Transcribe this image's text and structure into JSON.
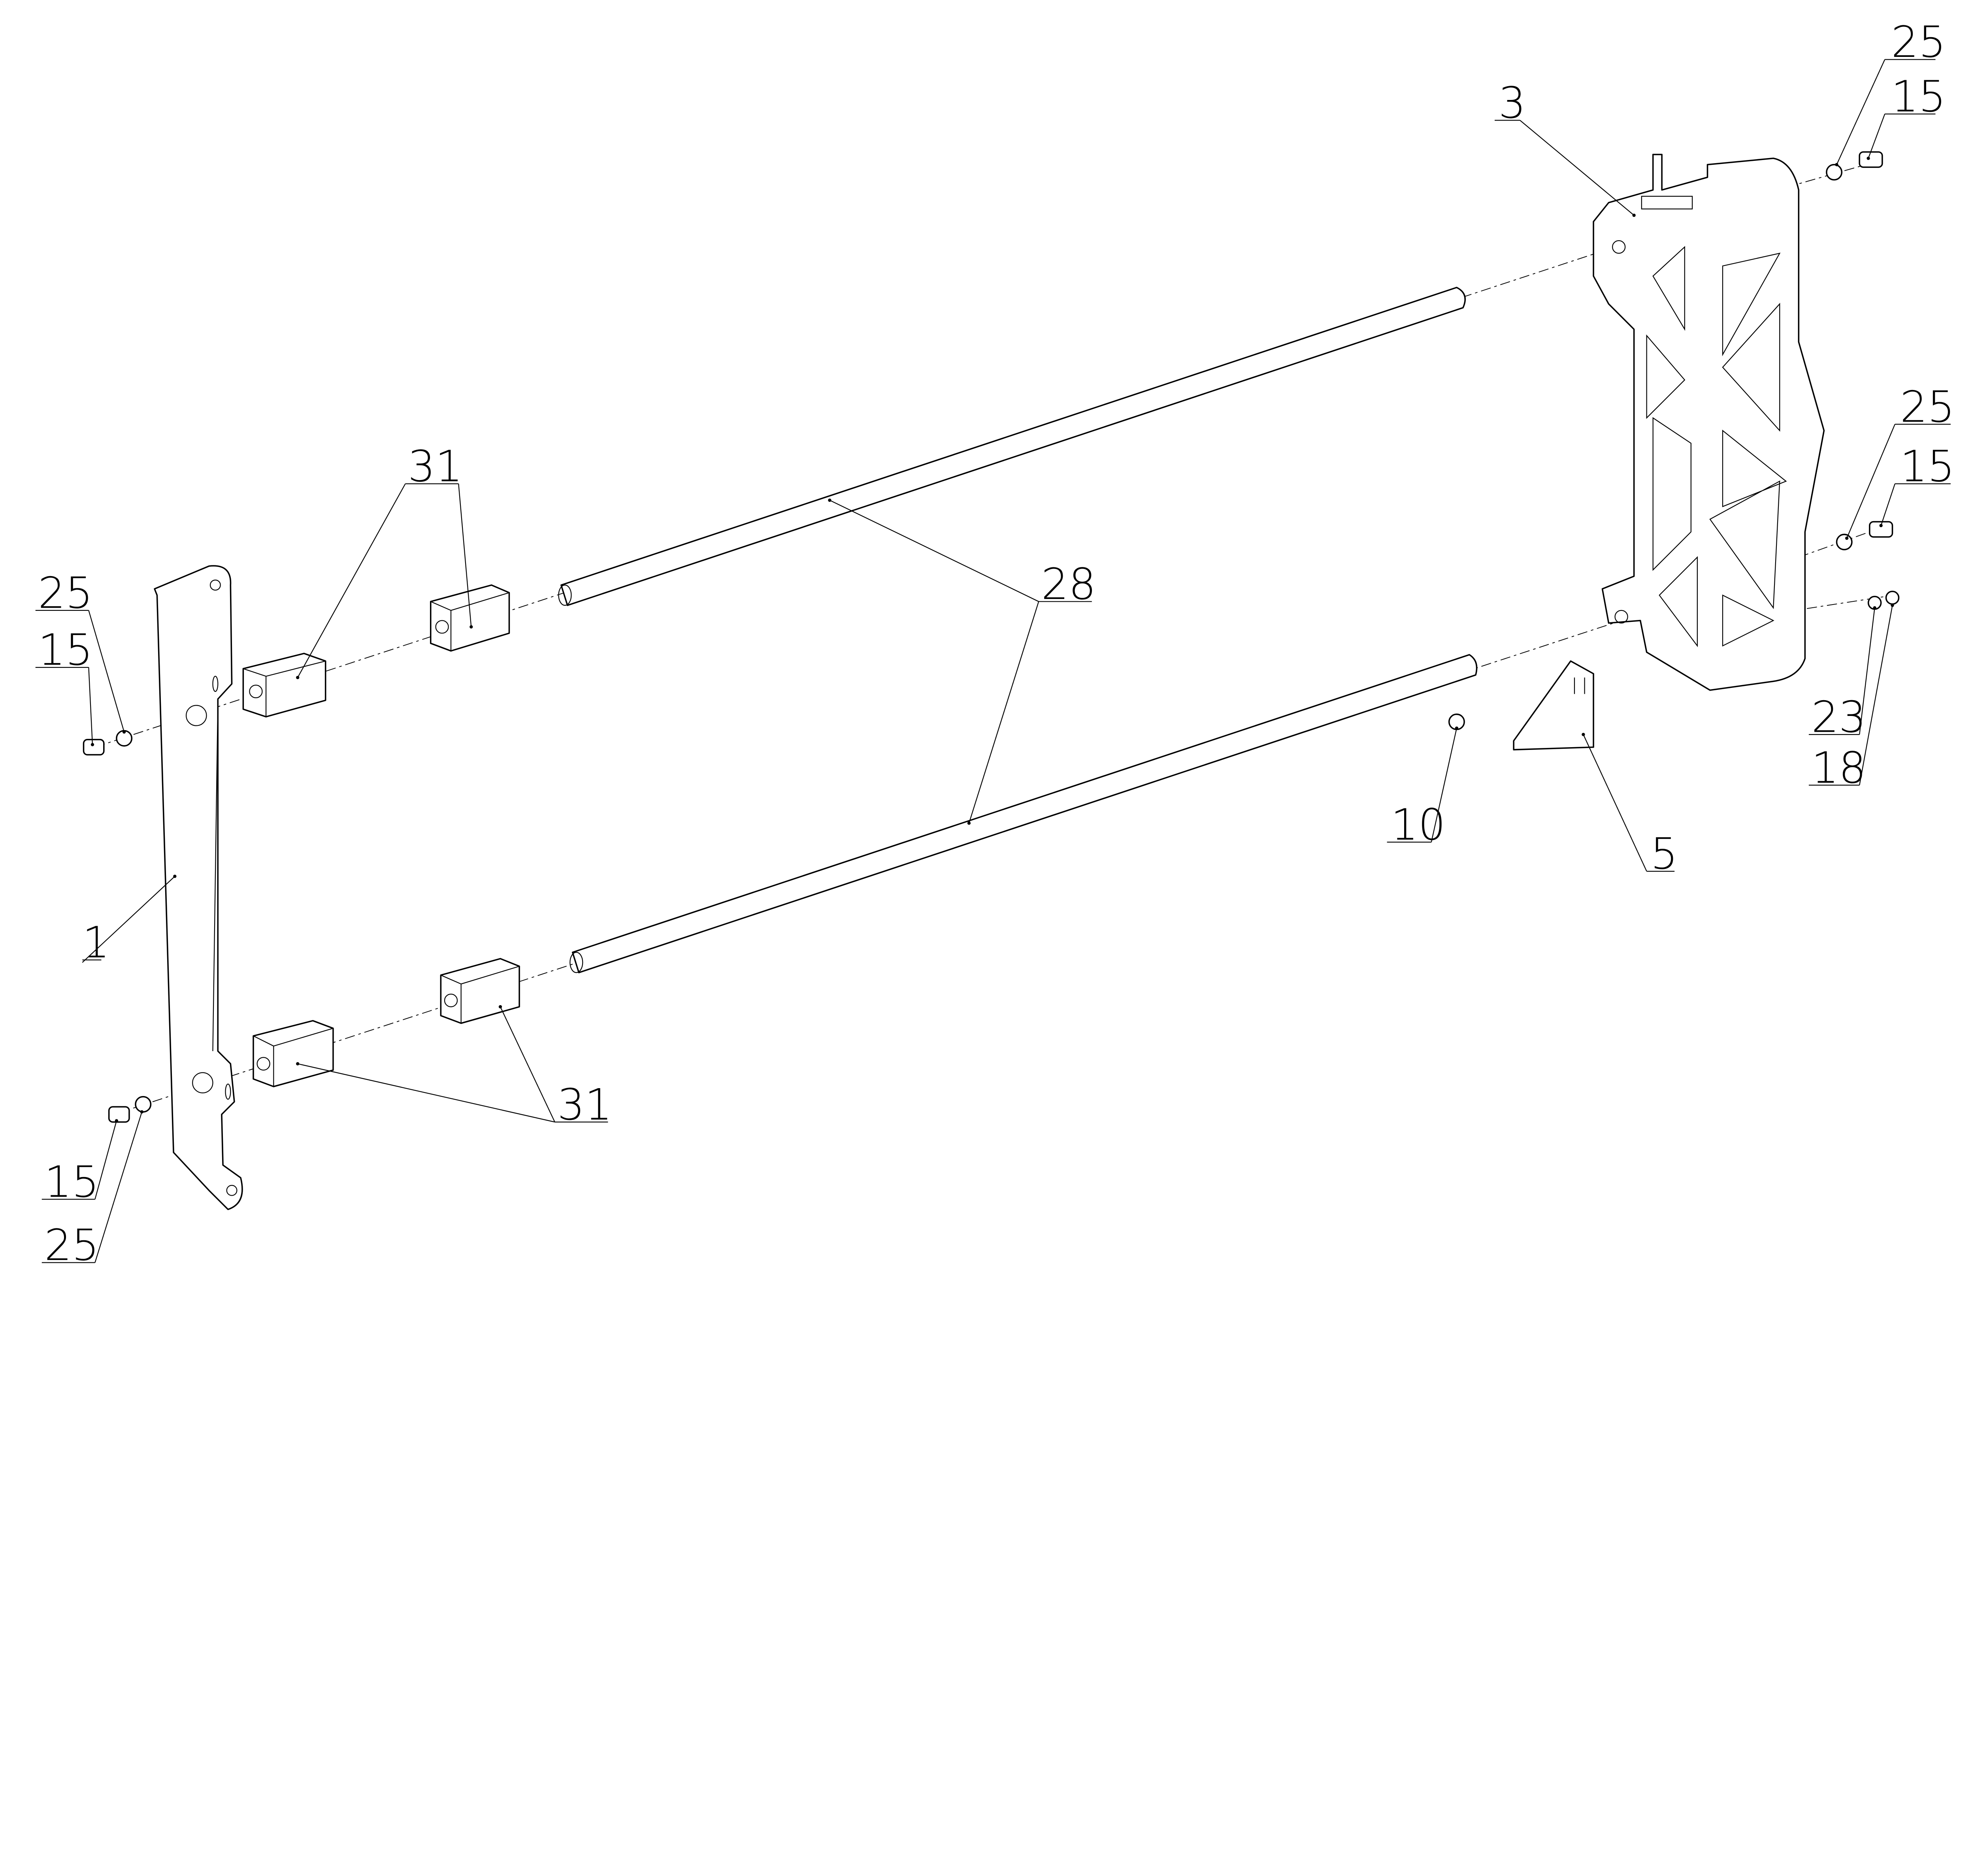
{
  "diagram": {
    "type": "exploded-assembly-drawing",
    "callouts": [
      {
        "id": "c1",
        "text": "25"
      },
      {
        "id": "c2",
        "text": "15"
      },
      {
        "id": "c3",
        "text": "3"
      },
      {
        "id": "c4",
        "text": "25"
      },
      {
        "id": "c5",
        "text": "15"
      },
      {
        "id": "c6",
        "text": "31"
      },
      {
        "id": "c7",
        "text": "28"
      },
      {
        "id": "c8",
        "text": "25"
      },
      {
        "id": "c9",
        "text": "15"
      },
      {
        "id": "c10",
        "text": "23"
      },
      {
        "id": "c11",
        "text": "18"
      },
      {
        "id": "c12",
        "text": "10"
      },
      {
        "id": "c13",
        "text": "5"
      },
      {
        "id": "c14",
        "text": "1"
      },
      {
        "id": "c15",
        "text": "31"
      },
      {
        "id": "c16",
        "text": "15"
      },
      {
        "id": "c17",
        "text": "25"
      }
    ]
  }
}
